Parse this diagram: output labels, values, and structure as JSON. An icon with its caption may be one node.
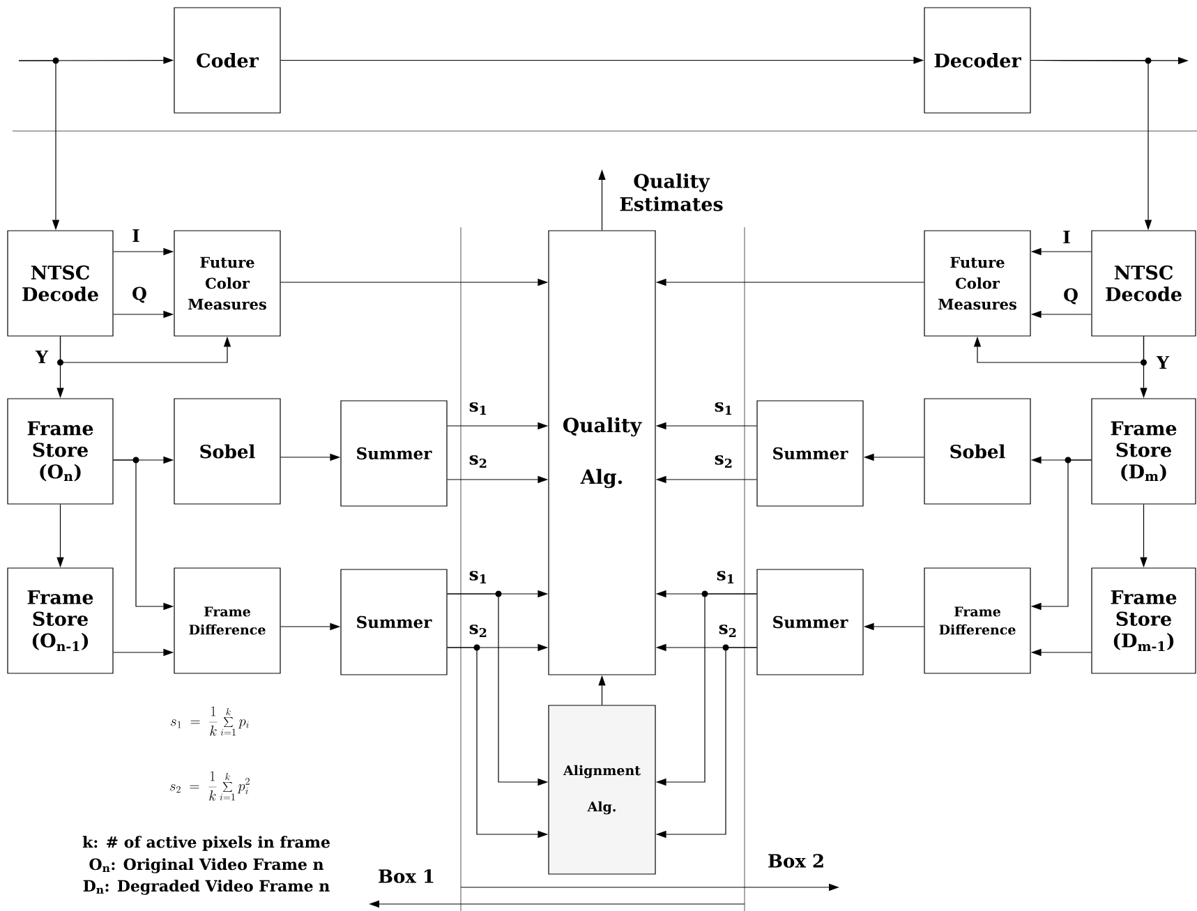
{
  "diagram": {
    "nodes": [
      {
        "text": [
          "Coder"
        ]
      },
      {
        "text": [
          "Decoder"
        ]
      },
      {
        "text": [
          "NTSC Decode"
        ]
      },
      {
        "text": [
          "Future Color Measures"
        ]
      },
      {
        "text": [
          "Quality Alg."
        ]
      },
      {
        "text": [
          "Future Color Measures"
        ]
      },
      {
        "text": [
          "NTSC Decode"
        ]
      },
      {
        "text": [
          "Frame Store (O$_{n}$)"
        ]
      },
      {
        "text": [
          "Sobel"
        ]
      },
      {
        "text": [
          "Summer"
        ]
      },
      {
        "text": [
          "Summer"
        ]
      },
      {
        "text": [
          "Sobel"
        ]
      },
      {
        "text": [
          "Frame Store (D$_{m}$)"
        ]
      },
      {
        "text": [
          "Frame Store (O$_{n-1}$)"
        ]
      },
      {
        "text": [
          "Frame Difference"
        ]
      },
      {
        "text": [
          "Summer"
        ]
      },
      {
        "text": [
          "Summer"
        ]
      },
      {
        "text": [
          "Frame Difference"
        ]
      },
      {
        "text": [
          "Frame Store (D$_{m-1}$)"
        ]
      },
      {
        "text": [
          "Alignment Alg."
        ]
      }
    ],
    "edges": [
      {
        "from": null,
        "to": 0,
        "arrow": "to"
      },
      {
        "from": null,
        "to": 2,
        "arrow": "to"
      },
      {
        "from": 0,
        "to": 1,
        "arrow": "to"
      },
      {
        "from": 1,
        "to": null,
        "arrow": "to"
      },
      {
        "from": 1,
        "to": 6,
        "arrow": "to"
      },
      {
        "from": 2,
        "to": 3,
        "arrow": "to",
        "label": "I"
      },
      {
        "from": 2,
        "to": 3,
        "arrow": "to",
        "label": "Q"
      },
      {
        "from": 2,
        "to": 7,
        "arrow": "to",
        "label": "Y"
      },
      {
        "from": 2,
        "to": 3,
        "arrow": "to"
      },
      {
        "from": 3,
        "to": 4,
        "arrow": "to"
      },
      {
        "from": 5,
        "to": 4,
        "arrow": "to"
      },
      {
        "from": 6,
        "to": 5,
        "arrow": "to",
        "label": "I"
      },
      {
        "from": 6,
        "to": 5,
        "arrow": "to",
        "label": "Q"
      },
      {
        "from": 6,
        "to": 12,
        "arrow": "to",
        "label": "Y"
      },
      {
        "from": 6,
        "to": 5,
        "arrow": "to"
      },
      {
        "from": 4,
        "to": null,
        "arrow": "to",
        "label": "Quality Estimates"
      },
      {
        "from": 7,
        "to": 8,
        "arrow": "to"
      },
      {
        "from": 7,
        "to": 14,
        "arrow": "to"
      },
      {
        "from": 7,
        "to": 13,
        "arrow": "to"
      },
      {
        "from": 8,
        "to": 9,
        "arrow": "to"
      },
      {
        "from": 9,
        "to": 4,
        "arrow": "to",
        "label": "s$_{1}$"
      },
      {
        "from": 9,
        "to": 4,
        "arrow": "to",
        "label": "s$_{2}$"
      },
      {
        "from": 10,
        "to": 4,
        "arrow": "to",
        "label": "s$_{1}$"
      },
      {
        "from": 10,
        "to": 4,
        "arrow": "to",
        "label": "s$_{2}$"
      },
      {
        "from": 11,
        "to": 10,
        "arrow": "to"
      },
      {
        "from": 12,
        "to": 11,
        "arrow": "to"
      },
      {
        "from": 12,
        "to": 17,
        "arrow": "to"
      },
      {
        "from": 12,
        "to": 18,
        "arrow": "to"
      },
      {
        "from": 13,
        "to": 14,
        "arrow": "to"
      },
      {
        "from": 14,
        "to": 15,
        "arrow": "to"
      },
      {
        "from": 15,
        "to": 4,
        "arrow": "to",
        "label": "s$_{1}$"
      },
      {
        "from": 15,
        "to": 4,
        "arrow": "to",
        "label": "s$_{2}$"
      },
      {
        "from": 15,
        "to": 19,
        "arrow": "to"
      },
      {
        "from": 15,
        "to": 19,
        "arrow": "to"
      },
      {
        "from": 16,
        "to": 4,
        "arrow": "to",
        "label": "s$_{1}$"
      },
      {
        "from": 16,
        "to": 4,
        "arrow": "to",
        "label": "s$_{2}$"
      },
      {
        "from": 16,
        "to": 19,
        "arrow": "to"
      },
      {
        "from": 16,
        "to": 19,
        "arrow": "to"
      },
      {
        "from": 17,
        "to": 16,
        "arrow": "to"
      },
      {
        "from": 18,
        "to": 17,
        "arrow": "to"
      },
      {
        "from": 19,
        "to": 4,
        "arrow": "to"
      }
    ],
    "labels": [
      "s_{1} \\;=\\; \\frac{1}{k}\\sum_{i=1}^{k} p_{i}",
      "s_{2} \\;=\\; \\frac{1}{k}\\sum_{i=1}^{k} p_{i}^{2}",
      "k: # of active pixels in frame",
      "O$_{n}$: Original Video Frame n",
      "D$_{n}$: Degraded Video Frame n",
      "Box 1",
      "Box 2"
    ]
  }
}
